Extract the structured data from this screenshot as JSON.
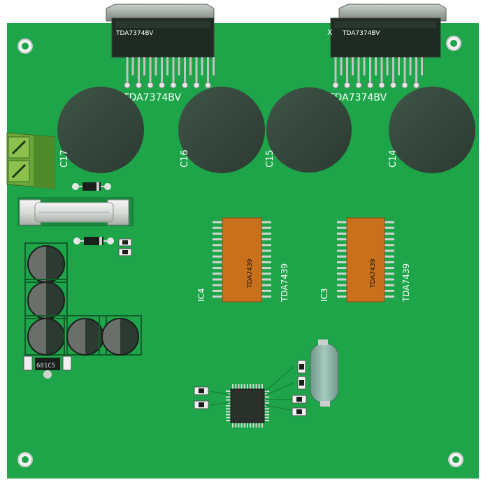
{
  "labels": {
    "ic_left_top": "TDA7374BV",
    "ic_right_top": "TDA7374BV",
    "chip_left_top_marking": "TDA7374BV",
    "chip_right_top_marking": "TDA7374BV",
    "ic_right_top_prefix": "X",
    "cap_c17": "C17",
    "cap_c16": "C16",
    "cap_c15": "C15",
    "cap_c14": "C14",
    "ic4_ref": "IC4",
    "ic3_ref": "IC3",
    "ic4_part": "TDA7439",
    "ic3_part": "TDA7439",
    "chip_ic4_marking": "TDA7439",
    "chip_ic3_marking": "TDA7439",
    "regulator_marking": "681C5"
  },
  "colors": {
    "pcb": "#1ea54a",
    "pcb_dark": "#178c3c",
    "cap_body": "#34463b",
    "chip_orange": "#c8701c",
    "terminal": "#6aa63a",
    "crystal": "#8fb6a8"
  }
}
